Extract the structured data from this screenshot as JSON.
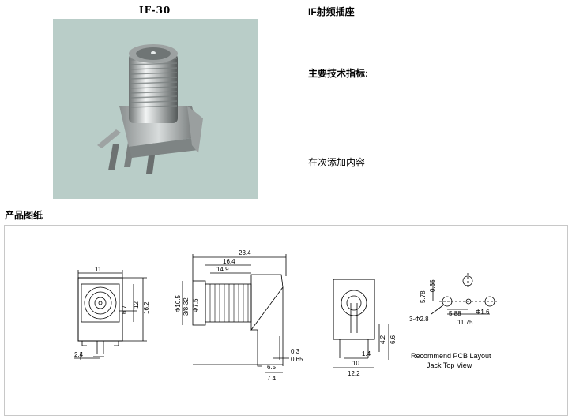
{
  "product": {
    "model": "IF-30",
    "title": "IF射频插座",
    "spec_heading": "主要技术指标:",
    "spec_body": "在次添加内容",
    "drawing_heading": "产品图纸"
  },
  "drawing": {
    "front": {
      "w": "11",
      "h1": "12",
      "h2": "16.2",
      "d": "6.7",
      "pin": "2.4"
    },
    "side": {
      "l1": "23.4",
      "l2": "16.4",
      "l3": "14.9",
      "d1": "Φ10.5",
      "d2": "3/8-32",
      "d3": "Φ7.5",
      "t1": "0.3",
      "t2": "0.65",
      "t3": "6.5",
      "t4": "7.4"
    },
    "back": {
      "w1": "10",
      "w2": "12.2",
      "p": "1.4",
      "h1": "4.2",
      "h2": "6.6"
    },
    "pcb": {
      "a": "5.78",
      "b": "0.65",
      "c": "5.88",
      "d": "11.75",
      "e": "Φ1.6",
      "f": "3-Φ2.8",
      "label1": "Recommend PCB Layout",
      "label2": "Jack Top View"
    }
  },
  "colors": {
    "photo_bg": "#b9cdc8",
    "frame_border": "#c8c8c8"
  }
}
